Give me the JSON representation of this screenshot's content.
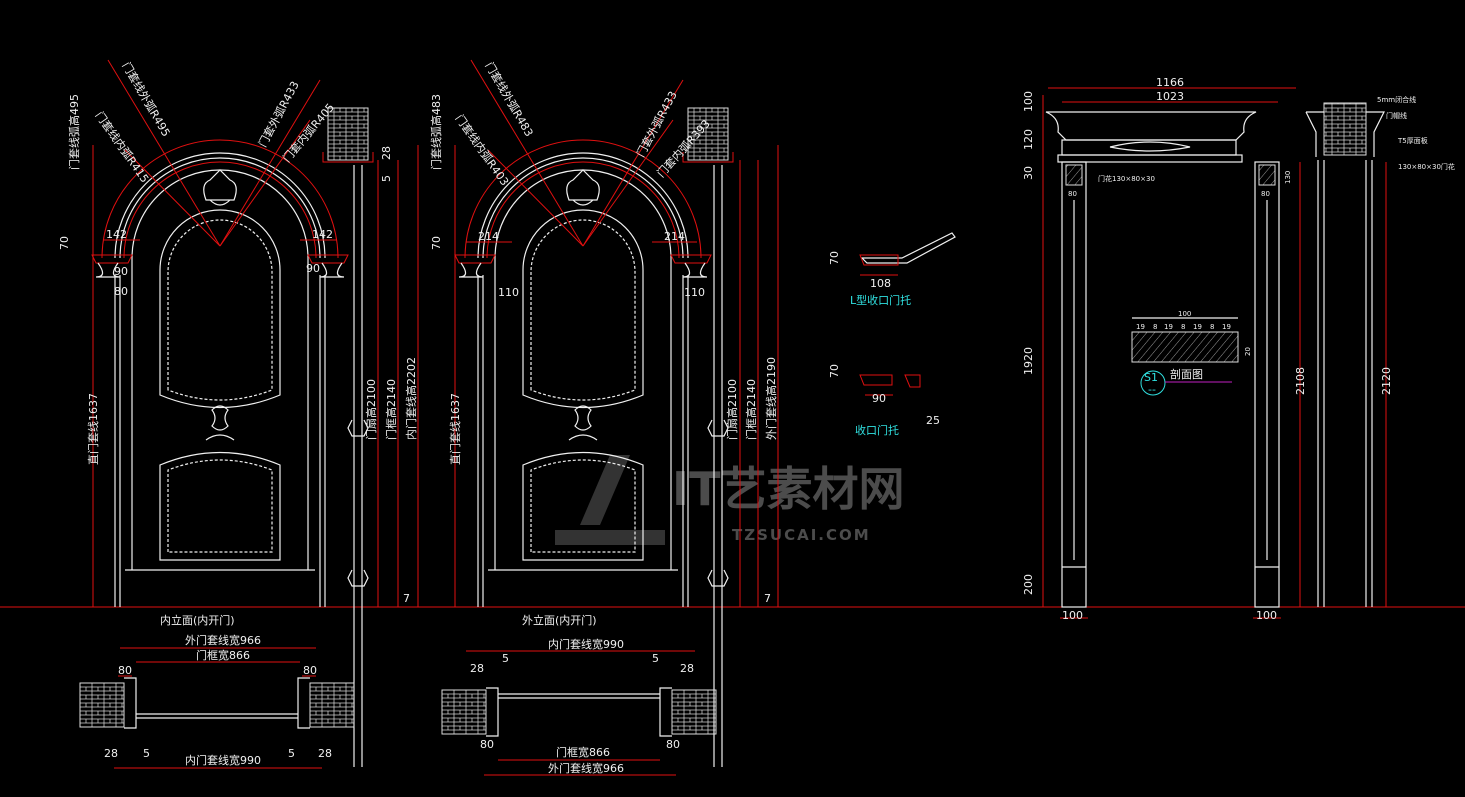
{
  "colors": {
    "background": "#000000",
    "lines": "#f0f0f0",
    "dimensions": "#e01010",
    "notes": "#30e0e0",
    "section_marker": "#c020c0"
  },
  "door_inner": {
    "caption": "内立面(内开门)",
    "outer_arc": "门套线外弧R495",
    "inner_arc": "门套线内弧R415",
    "arc_height": "门套线弧高495",
    "frame_outer_arc": "门套外弧R433",
    "frame_inner_arc": "门套内弧R405",
    "w_left": "142",
    "w_right": "142",
    "h70": "70",
    "cap90_left": "90",
    "cap90_right": "90",
    "base80": "80",
    "d28": "28",
    "d5": "5",
    "leaf_h": "门扇高2100",
    "frame_h": "门框高2140",
    "trim_h": "内门套线高2202",
    "straight": "直门套线1637",
    "d7": "7"
  },
  "door_outer": {
    "caption": "外立面(内开门)",
    "outer_arc": "门套线外弧R483",
    "inner_arc": "门套线内弧R403",
    "arc_height": "门套线弧高483",
    "frame_outer_arc": "门套外弧R433",
    "frame_inner_arc": "门套内弧R393",
    "w_left": "214",
    "w_right": "214",
    "h70": "70",
    "d110_left": "110",
    "d110_right": "110",
    "leaf_h": "门扇高2100",
    "frame_h": "门框高2140",
    "trim_h": "外门套线高2190",
    "straight": "直门套线1637",
    "d7": "7"
  },
  "plan_inner": {
    "outer_w": "外门套线宽966",
    "frame_w": "门框宽866",
    "a80": "80",
    "b80": "80",
    "a28": "28",
    "a5": "5",
    "b5": "5",
    "b28": "28",
    "inner_w": "内门套线宽990"
  },
  "plan_outer": {
    "inner_w": "内门套线宽990",
    "a28": "28",
    "a5": "5",
    "b5": "5",
    "b28": "28",
    "a80": "80",
    "b80": "80",
    "frame_w": "门框宽866",
    "outer_w": "外门套线宽966"
  },
  "details": {
    "h70a": "70",
    "w108": "108",
    "l_caption": "L型收口门托",
    "h70b": "70",
    "w90": "90",
    "w25": "25",
    "caption": "收口门托"
  },
  "frame_elev": {
    "w1166": "1166",
    "w1023": "1023",
    "h100": "100",
    "h120": "120",
    "h30": "30",
    "h1920": "1920",
    "h200": "200",
    "flower": "门花130×80×30",
    "c80a": "80",
    "c80b": "80",
    "h130": "130",
    "h2108": "2108",
    "h2120": "2120",
    "b100a": "100",
    "b100b": "100"
  },
  "side_notes": {
    "n1": "5mm闭合线",
    "n2": "门帽线",
    "n3": "T5厚面板",
    "n4": "130×80×30门花"
  },
  "section": {
    "total": "100",
    "segs": [
      "19",
      "8",
      "19",
      "8",
      "19",
      "8",
      "19"
    ],
    "thick": "20",
    "marker": "S1",
    "marker_sub": "--",
    "title": "剖面图"
  },
  "watermark": {
    "name": "IT艺素材网",
    "url": "TZSUCAI.COM"
  }
}
